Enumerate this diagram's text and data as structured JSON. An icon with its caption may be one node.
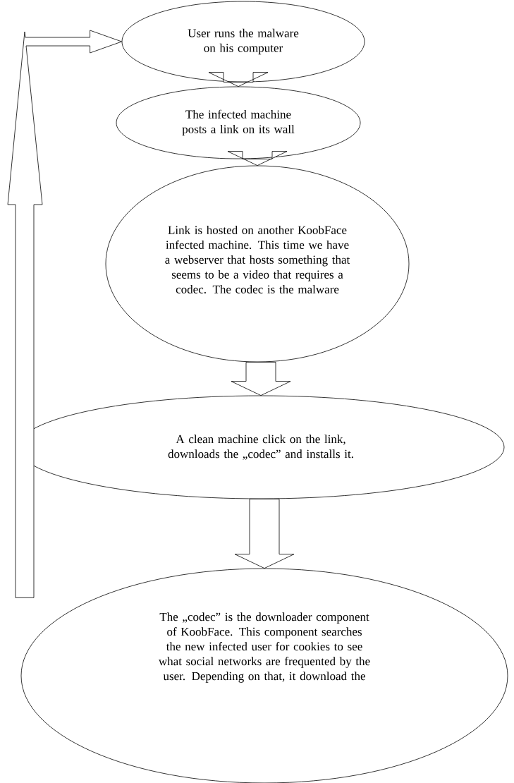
{
  "diagram": {
    "nodes": [
      {
        "text": [
          "User runs the malware on his computer"
        ]
      },
      {
        "text": [
          "The infected machine posts a link on its wall"
        ]
      },
      {
        "text": [
          "Link is hosted on another KoobFace infected machine. This time we have a webserver that hosts something that seems to be a video that requires a codec. The codec is the malware"
        ]
      },
      {
        "text": [
          "A clean machine click on the link, downloads the „codec” and installs it."
        ]
      },
      {
        "text": [
          "The „codec” is the downloader component of KoobFace. This component searches the new infected user for cookies to see what social networks are frequented by the user. Depending on that, it download the"
        ]
      }
    ],
    "edges": [
      {
        "from": 0,
        "to": 1,
        "arrow": "to"
      },
      {
        "from": 1,
        "to": 2,
        "arrow": "to"
      },
      {
        "from": 2,
        "to": 3,
        "arrow": "to"
      },
      {
        "from": 3,
        "to": 4,
        "arrow": "to"
      },
      {
        "from": 4,
        "to": 0,
        "arrow": "to"
      }
    ]
  }
}
